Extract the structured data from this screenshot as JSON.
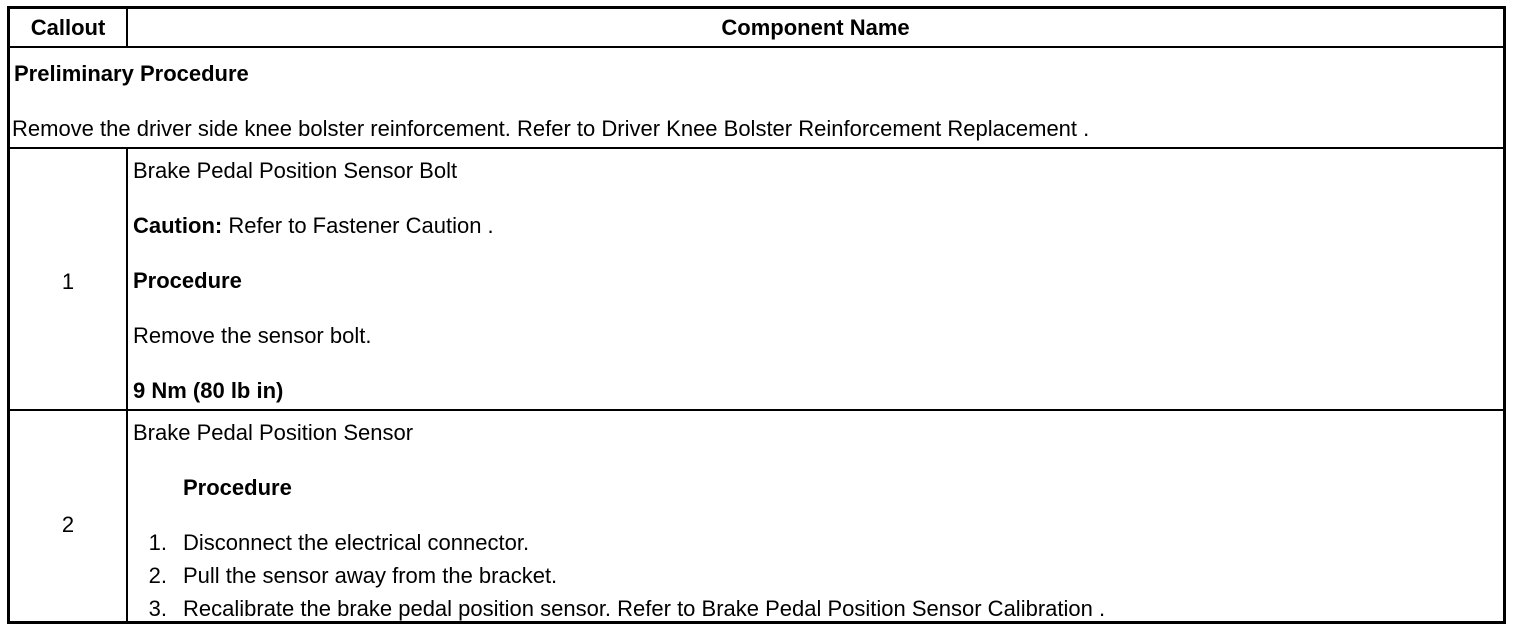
{
  "header": {
    "callout": "Callout",
    "component_name": "Component Name"
  },
  "preliminary": {
    "title": "Preliminary Procedure",
    "text": "Remove the driver side knee bolster reinforcement. Refer to Driver Knee Bolster Reinforcement Replacement ."
  },
  "rows": [
    {
      "callout": "1",
      "name": "Brake Pedal Position Sensor Bolt",
      "caution_label": "Caution:",
      "caution_text": " Refer to Fastener Caution .",
      "procedure_label": "Procedure",
      "procedure_text": "Remove the sensor bolt.",
      "torque": "9 Nm (80 lb in)"
    },
    {
      "callout": "2",
      "name": "Brake Pedal Position Sensor",
      "procedure_label": "Procedure",
      "steps": [
        {
          "num": "1.",
          "text": "Disconnect the electrical connector."
        },
        {
          "num": "2.",
          "text": "Pull the sensor away from the bracket."
        },
        {
          "num": "3.",
          "text": "Recalibrate the brake pedal position sensor. Refer to Brake Pedal Position Sensor Calibration ."
        }
      ]
    }
  ]
}
